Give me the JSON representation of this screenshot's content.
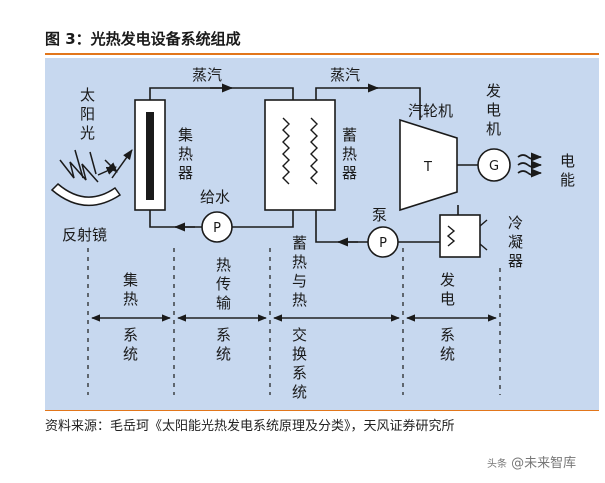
{
  "figure": {
    "title": "图 3：光热发电设备系统组成",
    "source": "资料来源：毛岳珂《太阳能光热发电系统原理及分类》，天风证券研究所",
    "watermark": "头条 @未来智库",
    "watermark_prefix": "头条",
    "watermark_text": "@未来智库"
  },
  "diagram": {
    "labels": {
      "sun_1": "太",
      "sun_2": "阳",
      "sun_3": "光",
      "mirror": "反射镜",
      "steam_1": "蒸汽",
      "steam_2": "蒸汽",
      "collector_1": "集",
      "collector_2": "热",
      "collector_3": "器",
      "feedwater": "给水",
      "pump_symbol": "P",
      "pump2_symbol": "P",
      "storage_1": "蓄",
      "storage_2": "热",
      "storage_3": "器",
      "turbine": "汽轮机",
      "turbine_symbol": "T",
      "generator_1": "发",
      "generator_2": "电",
      "generator_3": "机",
      "generator_symbol": "G",
      "electric_1": "电",
      "electric_2": "能",
      "pump_label": "泵",
      "condenser_1": "冷",
      "condenser_2": "凝",
      "condenser_3": "器"
    },
    "systems": {
      "collect_1": "集",
      "collect_2": "热",
      "collect_3": "系",
      "collect_4": "统",
      "transfer_1": "热",
      "transfer_2": "传",
      "transfer_3": "输",
      "transfer_4": "系",
      "transfer_5": "统",
      "storage_1": "蓄",
      "storage_2": "热",
      "storage_3": "与",
      "storage_4": "热",
      "storage_5": "交",
      "storage_6": "换",
      "storage_7": "系",
      "storage_8": "统",
      "power_1": "发",
      "power_2": "电",
      "power_3": "系",
      "power_4": "统"
    }
  },
  "colors": {
    "accent": "#e2761b",
    "panel": "#c7d8ef",
    "line": "#1a1a1a"
  }
}
